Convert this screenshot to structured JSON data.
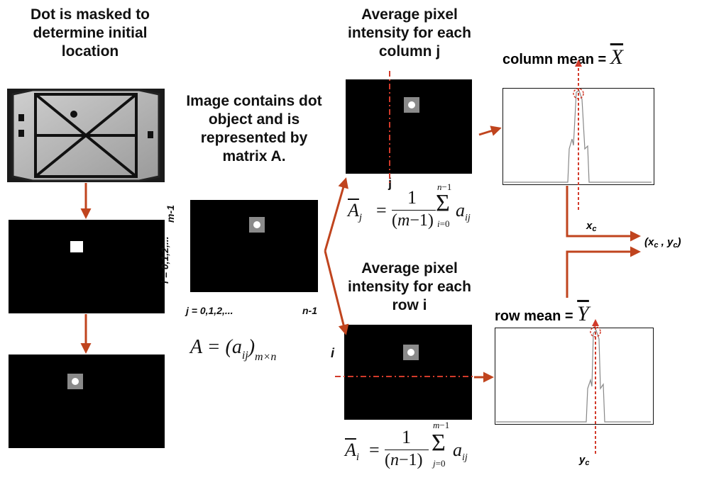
{
  "headings": {
    "masked": "Dot is masked to\ndetermine initial\nlocation",
    "image": "Image contains dot\nobject and is\nrepresented by\nmatrix A.",
    "col_avg": "Average pixel\nintensity for each\ncolumn j",
    "row_avg": "Average pixel\nintensity for each\nrow i"
  },
  "matrix_labels": {
    "i_range": "i = 0,1,2,...",
    "m_minus_1": "m-1",
    "j_range": "j = 0,1,2,...",
    "n_minus_1": "n-1"
  },
  "labels": {
    "j": "j",
    "i": "i"
  },
  "formulas": {
    "matrix_def": "A = (a_ij) m×n",
    "col_mean_formula": "Ā_j = 1/(m−1) Σ_{i=0}^{n−1} a_ij",
    "row_mean_formula": "Ā_i = 1/(n−1) Σ_{j=0}^{m−1} a_ij"
  },
  "plots": {
    "column_title_text": "column mean =",
    "column_symbol": "X",
    "row_title_text": "row mean =",
    "row_symbol": "Y",
    "xc_label": "x",
    "yc_label": "y",
    "subscript_c": "c",
    "result_open": "(x",
    "result_mid": ", y",
    "result_close": ")"
  },
  "colors": {
    "arrow": "#c0441e",
    "panel": "#000000",
    "dot_box": "#8a8a8a",
    "plot_line": "#888888",
    "dash": "#d23a2a"
  }
}
